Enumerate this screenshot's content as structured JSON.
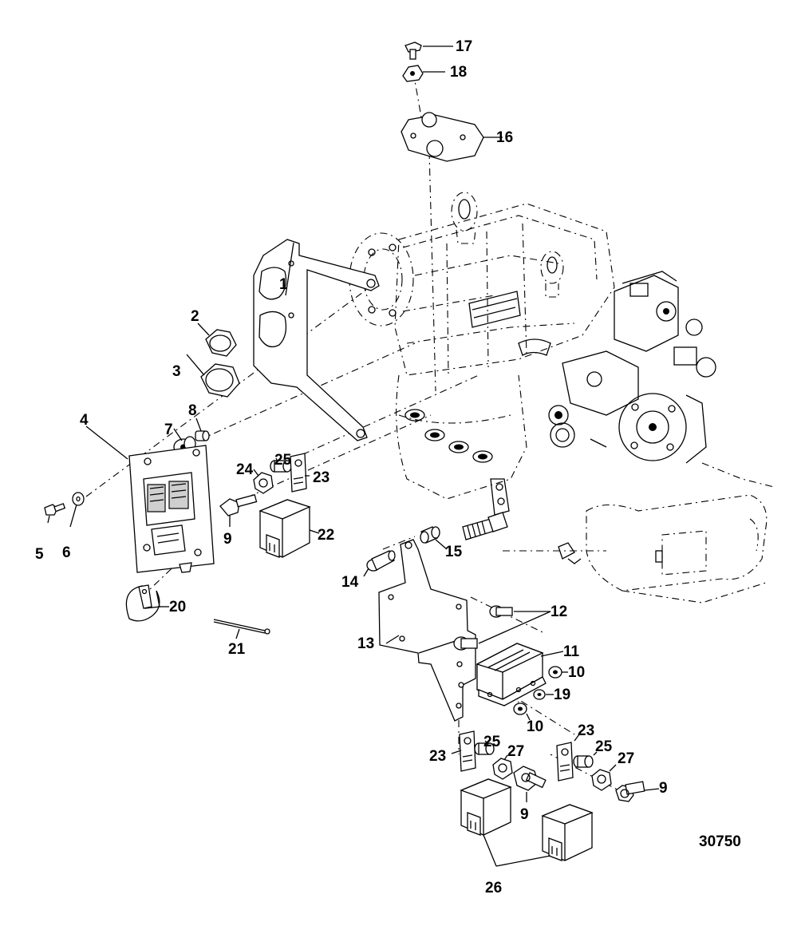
{
  "figure_id": "30750",
  "callouts": {
    "c1": "1",
    "c2": "2",
    "c3": "3",
    "c4": "4",
    "c5": "5",
    "c6": "6",
    "c7": "7",
    "c8": "8",
    "c9a": "9",
    "c9b": "9",
    "c9c": "9",
    "c10a": "10",
    "c10b": "10",
    "c11": "11",
    "c12": "12",
    "c13": "13",
    "c14": "14",
    "c15": "15",
    "c16": "16",
    "c17": "17",
    "c18": "18",
    "c19": "19",
    "c20": "20",
    "c21": "21",
    "c22": "22",
    "c23a": "23",
    "c23b": "23",
    "c23c": "23",
    "c24": "24",
    "c25a": "25",
    "c25b": "25",
    "c25c": "25",
    "c26": "26",
    "c27a": "27",
    "c27b": "27"
  }
}
